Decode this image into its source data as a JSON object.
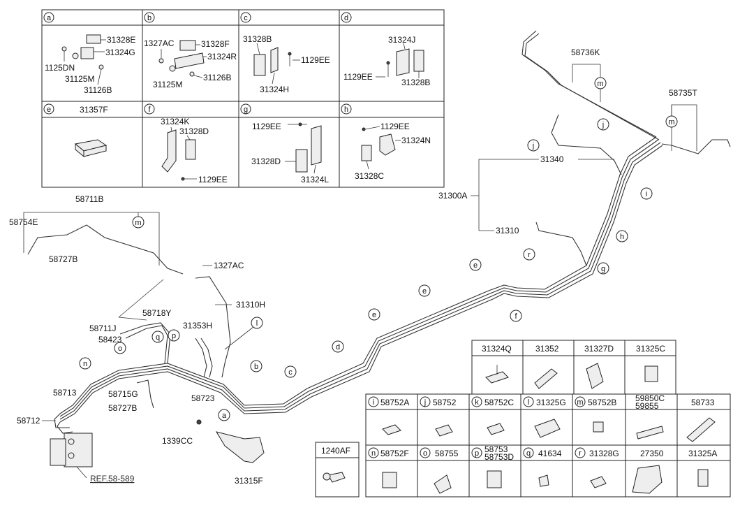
{
  "detail_panels": [
    {
      "letter": "a",
      "parts": [
        "31328E",
        "31324G",
        "1125DN",
        "31125M",
        "31126B"
      ]
    },
    {
      "letter": "b",
      "parts": [
        "1327AC",
        "31328F",
        "31324R",
        "31125M",
        "31126B"
      ]
    },
    {
      "letter": "c",
      "parts": [
        "31328B",
        "1129EE",
        "31324H"
      ]
    },
    {
      "letter": "d",
      "parts": [
        "31324J",
        "1129EE",
        "31328B"
      ]
    },
    {
      "letter": "e",
      "parts": [
        "31357F"
      ]
    },
    {
      "letter": "f",
      "parts": [
        "31324K",
        "31328D",
        "1129EE"
      ]
    },
    {
      "letter": "g",
      "parts": [
        "1129EE",
        "31328D",
        "31324L"
      ]
    },
    {
      "letter": "h",
      "parts": [
        "1129EE",
        "31324N",
        "31328C"
      ]
    }
  ],
  "main_labels": {
    "l58736K": "58736K",
    "l58735T": "58735T",
    "l31340": "31340",
    "l31300A": "31300A",
    "l31310": "31310",
    "l58711B": "58711B",
    "l58754E": "58754E",
    "l58727B_top": "58727B",
    "l1327AC": "1327AC",
    "l31310H": "31310H",
    "l58718Y": "58718Y",
    "l58711J": "58711J",
    "l58423": "58423",
    "l31353H": "31353H",
    "l58713": "58713",
    "l58715G": "58715G",
    "l58727B_bot": "58727B",
    "l58723": "58723",
    "l58712": "58712",
    "l1339CC": "1339CC",
    "l31315F": "31315F",
    "ref": "REF.58-589"
  },
  "callouts": [
    "m",
    "j",
    "i",
    "h",
    "g",
    "r",
    "e",
    "f",
    "e",
    "d",
    "c",
    "b",
    "a",
    "l",
    "p",
    "q",
    "o",
    "n",
    "m"
  ],
  "bolt_table": {
    "header": "1240AF"
  },
  "parts_table": {
    "row1": [
      {
        "code": "31324Q"
      },
      {
        "code": "31352"
      },
      {
        "code": "31327D"
      },
      {
        "code": "31325C"
      }
    ],
    "row2": [
      {
        "letter": "i",
        "code": "58752A"
      },
      {
        "letter": "j",
        "code": "58752"
      },
      {
        "letter": "k",
        "code": "58752C"
      },
      {
        "letter": "l",
        "code": "31325G"
      },
      {
        "letter": "m",
        "code": "58752B"
      },
      {
        "code": "59850C\n59855",
        "line1": "59850C",
        "line2": "59855"
      },
      {
        "code": "58733"
      }
    ],
    "row3": [
      {
        "letter": "n",
        "code": "58752F"
      },
      {
        "letter": "o",
        "code": "58755"
      },
      {
        "letter": "p",
        "line1": "58753",
        "line2": "58753D"
      },
      {
        "letter": "q",
        "code": "41634"
      },
      {
        "letter": "r",
        "code": "31328G"
      },
      {
        "code": "27350"
      },
      {
        "code": "31325A"
      }
    ]
  }
}
